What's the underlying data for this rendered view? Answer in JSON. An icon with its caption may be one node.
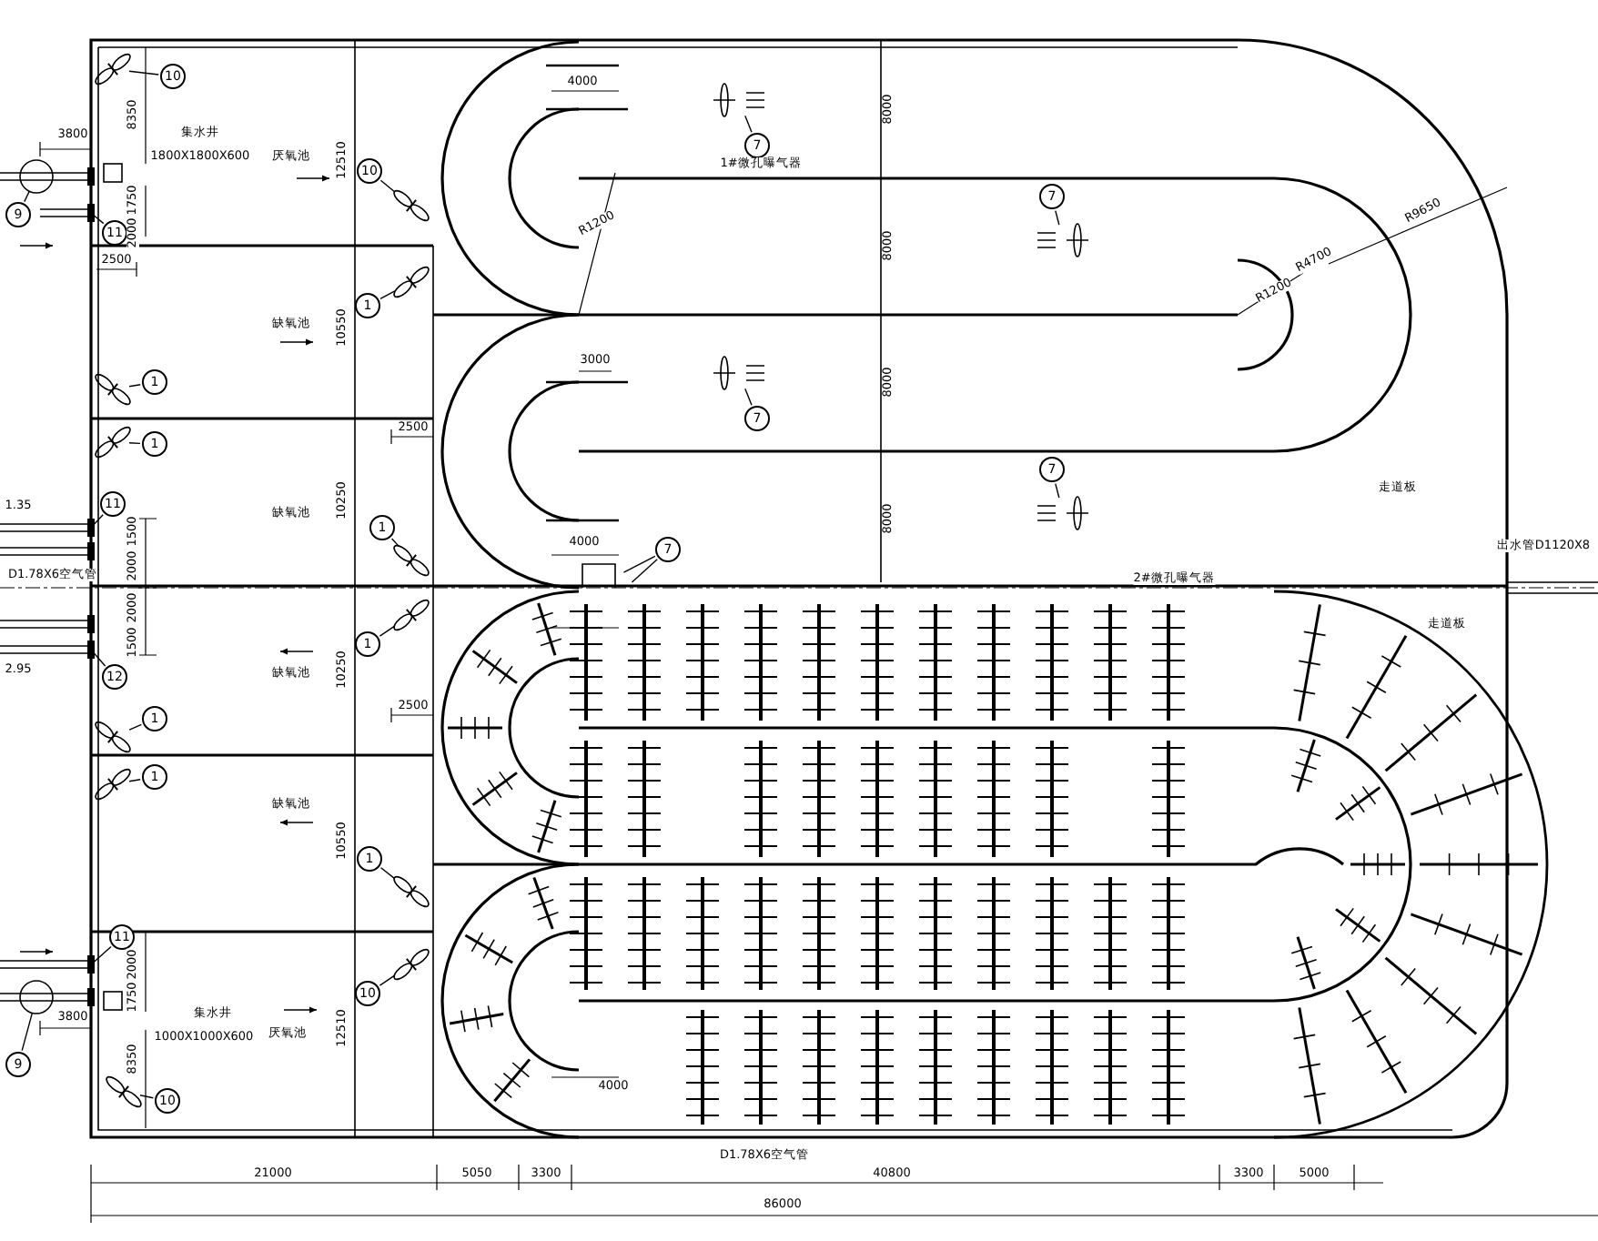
{
  "diagram": {
    "nodes": [
      {
        "text": [
          "10"
        ]
      },
      {
        "text": [
          "9"
        ]
      },
      {
        "text": [
          "11"
        ]
      },
      {
        "text": [
          "10"
        ]
      },
      {
        "text": [
          "1"
        ]
      },
      {
        "text": [
          "1"
        ]
      },
      {
        "text": [
          "1"
        ]
      },
      {
        "text": [
          "11"
        ]
      },
      {
        "text": [
          "1"
        ]
      },
      {
        "text": [
          "1"
        ]
      },
      {
        "text": [
          "12"
        ]
      },
      {
        "text": [
          "1"
        ]
      },
      {
        "text": [
          "1"
        ]
      },
      {
        "text": [
          "1"
        ]
      },
      {
        "text": [
          "10"
        ]
      },
      {
        "text": [
          "11"
        ]
      },
      {
        "text": [
          "9"
        ]
      },
      {
        "text": [
          "10"
        ]
      },
      {
        "text": [
          "7"
        ]
      },
      {
        "text": [
          "7"
        ]
      },
      {
        "text": [
          "7"
        ]
      },
      {
        "text": [
          "7"
        ]
      },
      {
        "text": [
          "7"
        ]
      },
      {
        "text": [],
        "shape": "picture"
      },
      {
        "text": [],
        "shape": "picture"
      },
      {
        "text": [],
        "shape": "picture"
      },
      {
        "text": [],
        "shape": "picture"
      },
      {
        "text": [],
        "shape": "picture"
      },
      {
        "text": [],
        "shape": "picture"
      },
      {
        "text": [],
        "shape": "picture"
      },
      {
        "text": [],
        "shape": "picture"
      },
      {
        "text": [],
        "shape": "picture"
      },
      {
        "text": [],
        "shape": "picture"
      },
      {
        "text": [],
        "shape": "picture"
      },
      {
        "text": [],
        "shape": "picture"
      },
      {
        "text": [],
        "shape": "circle"
      },
      {
        "text": [],
        "shape": "circle"
      },
      {
        "text": [],
        "shape": "picture"
      },
      {
        "text": [],
        "shape": "picture"
      },
      {
        "text": [],
        "shape": "picture"
      },
      {
        "text": [],
        "shape": "picture"
      },
      {
        "text": [],
        "shape": "box"
      },
      {
        "text": [],
        "shape": "box"
      },
      {
        "text": [],
        "shape": "box"
      },
      {
        "text": [],
        "shape": "box"
      }
    ],
    "edges": [
      {
        "from": 0,
        "to": 23,
        "arrow": "none"
      },
      {
        "from": 1,
        "to": 35,
        "arrow": "none"
      },
      {
        "from": 2,
        "to": 41,
        "arrow": "none"
      },
      {
        "from": 3,
        "to": 24,
        "arrow": "none"
      },
      {
        "from": 4,
        "to": 25,
        "arrow": "none"
      },
      {
        "from": 5,
        "to": 26,
        "arrow": "none"
      },
      {
        "from": 6,
        "to": 27,
        "arrow": "none"
      },
      {
        "from": 7,
        "to": 42,
        "arrow": "none"
      },
      {
        "from": 8,
        "to": 28,
        "arrow": "none"
      },
      {
        "from": 9,
        "to": 29,
        "arrow": "none"
      },
      {
        "from": 10,
        "to": 43,
        "arrow": "none"
      },
      {
        "from": 11,
        "to": 30,
        "arrow": "none"
      },
      {
        "from": 12,
        "to": 31,
        "arrow": "none"
      },
      {
        "from": 13,
        "to": 32,
        "arrow": "none"
      },
      {
        "from": 14,
        "to": 33,
        "arrow": "none"
      },
      {
        "from": 15,
        "to": 44,
        "arrow": "none"
      },
      {
        "from": 16,
        "to": 36,
        "arrow": "none"
      },
      {
        "from": 17,
        "to": 34,
        "arrow": "none"
      },
      {
        "from": 18,
        "to": 37,
        "arrow": "none"
      },
      {
        "from": 19,
        "to": 38,
        "arrow": "none"
      },
      {
        "from": 20,
        "to": 39,
        "arrow": "none"
      },
      {
        "from": 21,
        "to": 40,
        "arrow": "none"
      },
      {
        "from": 22,
        "to": null,
        "arrow": "none"
      },
      {
        "from": 22,
        "to": null,
        "arrow": "none"
      }
    ],
    "labels": [
      "3800",
      "集水井",
      "1800X1800X600",
      "厌氧池",
      "8350",
      "12510",
      "1750",
      "2000",
      "2500",
      "缺氧池",
      "10550",
      "4000",
      "R1200",
      "1#微孔曝气器",
      "8000",
      "8000",
      "R1200",
      "R4700",
      "R9650",
      "3000",
      "8000",
      "2500",
      "8000",
      "1.35",
      "1500",
      "2000",
      "D1.78X6空气管",
      "缺氧池",
      "10250",
      "4000",
      "走道板",
      "出水管D1120X8",
      "2#微孔曝气器",
      "2000",
      "1500",
      "2.95",
      "缺氧池",
      "10250",
      "2500",
      "走道板",
      "缺氧池",
      "10550",
      "2000",
      "1750",
      "集水井",
      "1000X1000X600",
      "厌氧池",
      "12510",
      "3800",
      "8350",
      "4000",
      "D1.78X6空气管",
      "21000",
      "5050",
      "3300",
      "40800",
      "3300",
      "5000",
      "86000"
    ]
  }
}
